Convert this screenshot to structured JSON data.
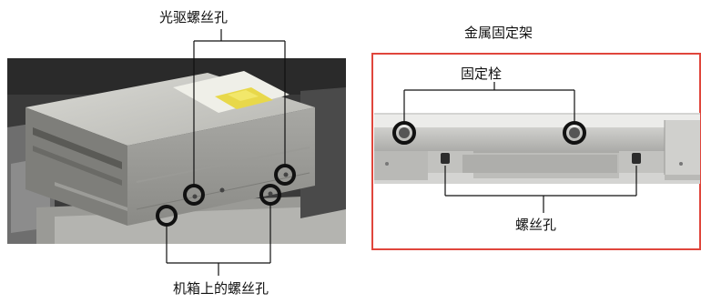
{
  "labels": {
    "drive_screw_holes": "光驱螺丝孔",
    "case_screw_holes": "机箱上的螺丝孔",
    "metal_bracket": "金属固定架",
    "fixing_pins": "固定栓",
    "screw_holes": "螺丝孔"
  },
  "colors": {
    "frame_border": "#e0463c",
    "marker_ring": "#111111",
    "leader_line": "#111111"
  }
}
